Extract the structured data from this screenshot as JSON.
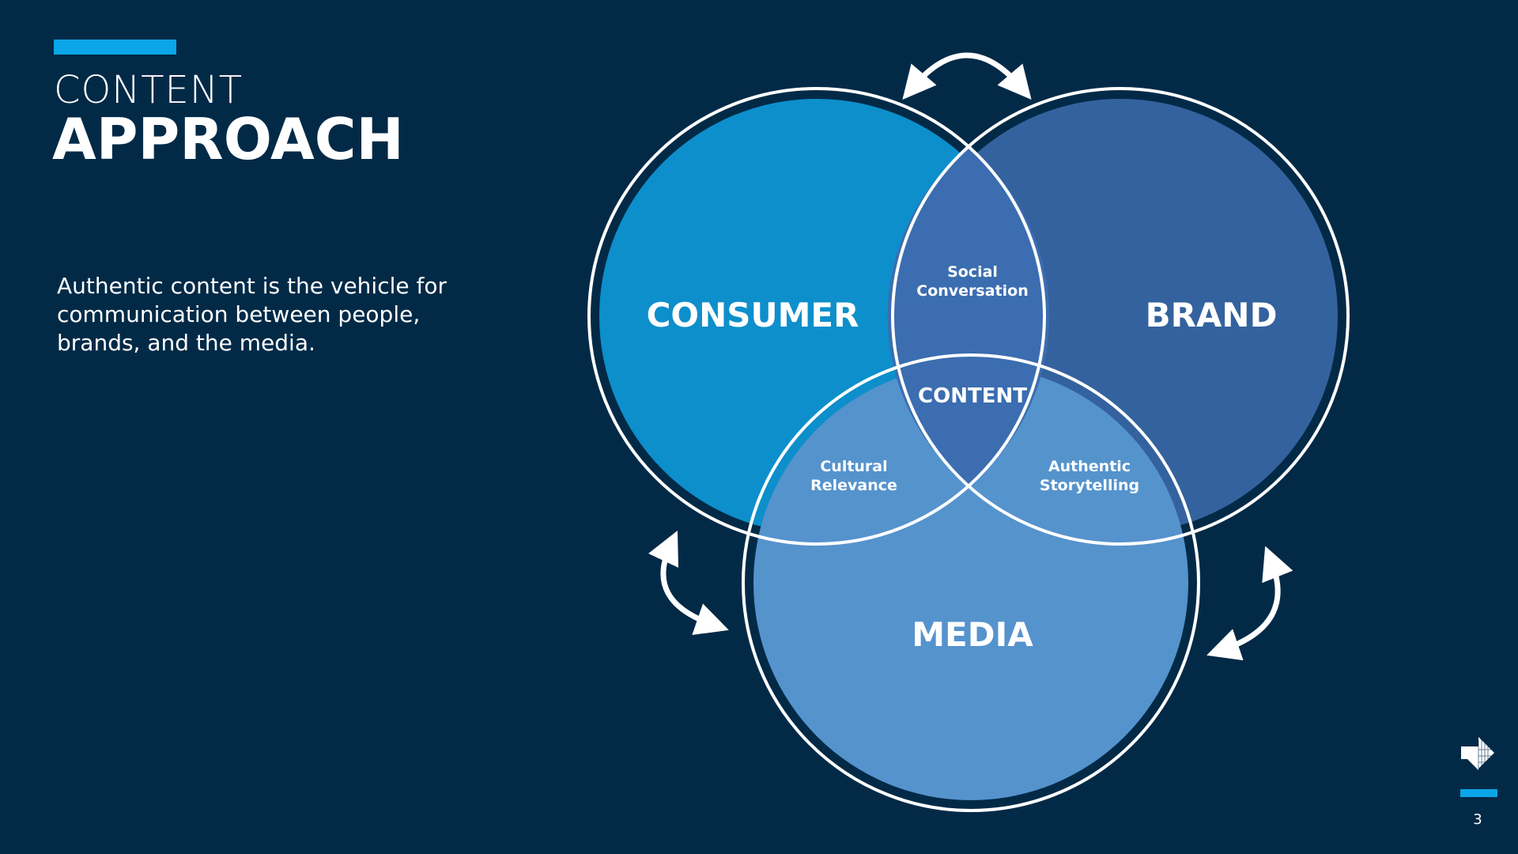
{
  "header": {
    "title_line1": "CONTENT",
    "title_line2": "APPROACH"
  },
  "description": "Authentic content is the vehicle for communication between people, brands, and the media.",
  "venn": {
    "sets": [
      {
        "label": "CONSUMER",
        "color": "#0d8fcb"
      },
      {
        "label": "BRAND",
        "color": "#34629e"
      },
      {
        "label": "MEDIA",
        "color": "#5593cd"
      }
    ],
    "intersections": {
      "consumer_brand": [
        "Social",
        "Conversation"
      ],
      "consumer_media": [
        "Cultural",
        "Relevance"
      ],
      "brand_media": [
        "Authentic",
        "Storytelling"
      ],
      "center": "CONTENT"
    }
  },
  "footer": {
    "page_number": "3",
    "logo_icon": "folded-corner-logo-icon"
  },
  "colors": {
    "background": "#022a47",
    "accent": "#0ba5e9",
    "text": "#ffffff"
  }
}
